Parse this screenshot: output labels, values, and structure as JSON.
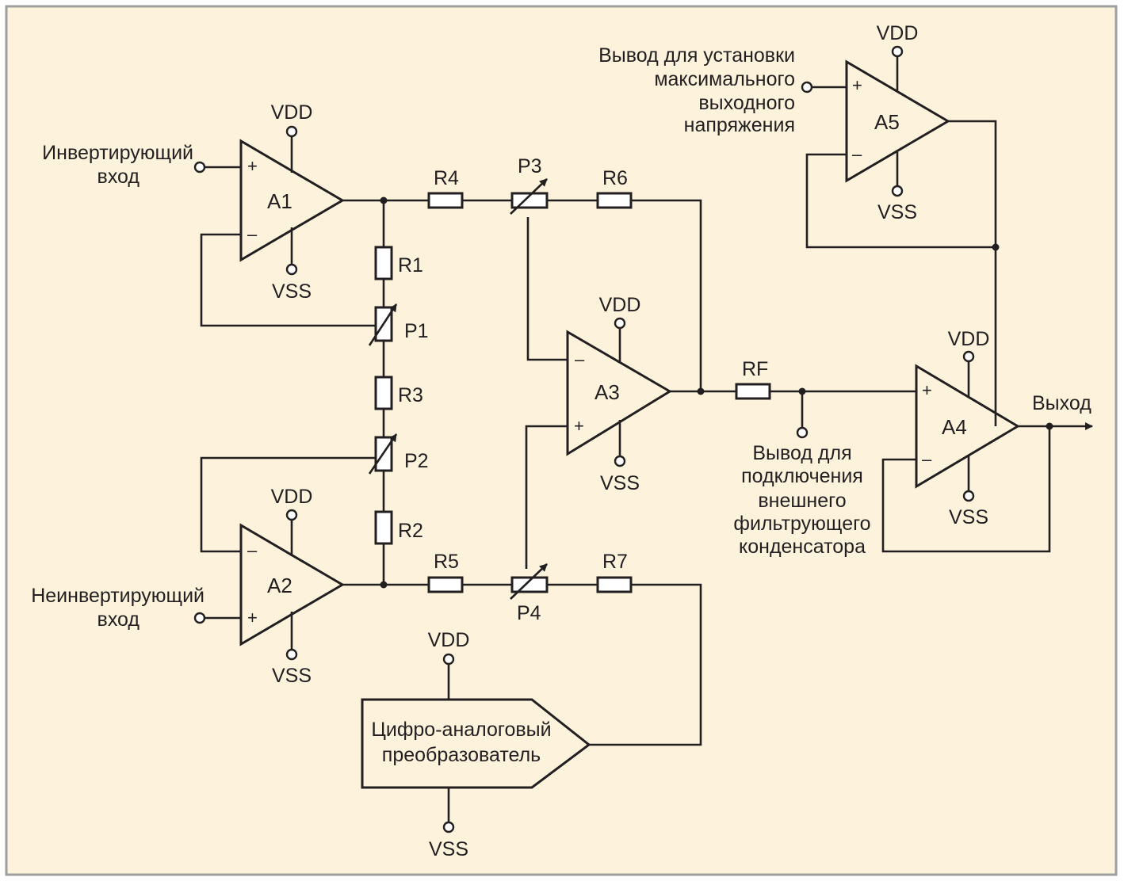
{
  "colors": {
    "background": "#fdf3dc",
    "border": "#9e9e9e",
    "ink": "#231f20"
  },
  "labels": {
    "inverting_input": [
      "Инвертирующий",
      "вход"
    ],
    "noninverting_input": [
      "Неинвертирующий",
      "вход"
    ],
    "max_output_pin": [
      "Вывод для установки",
      "максимального",
      "выходного",
      "напряжения"
    ],
    "filter_cap_pin": [
      "Вывод для",
      "подключения",
      "внешнего",
      "фильтрующего",
      "конденсатора"
    ],
    "output": "Выход",
    "dac": [
      "Цифро-аналоговый",
      "преобразователь"
    ],
    "vdd": "VDD",
    "vss": "VSS",
    "plus": "+",
    "minus": "–"
  },
  "amplifiers": {
    "a1": "A1",
    "a2": "A2",
    "a3": "A3",
    "a4": "A4",
    "a5": "A5"
  },
  "resistors": {
    "r1": "R1",
    "r2": "R2",
    "r3": "R3",
    "r4": "R4",
    "r5": "R5",
    "r6": "R6",
    "r7": "R7",
    "rf": "RF"
  },
  "potentiometers": {
    "p1": "P1",
    "p2": "P2",
    "p3": "P3",
    "p4": "P4"
  }
}
